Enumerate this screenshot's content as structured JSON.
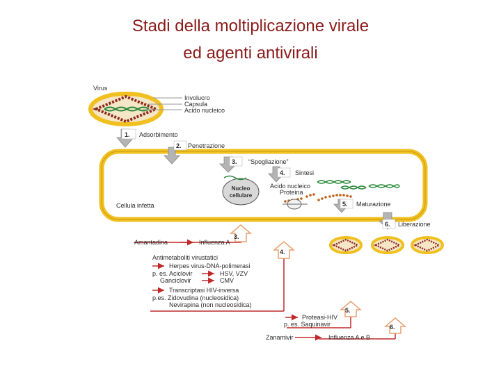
{
  "title": {
    "line1": "Stadi della moltiplicazione virale",
    "line2": "ed agenti antivirali"
  },
  "virus": {
    "label": "Virus",
    "parts": [
      "Involucro",
      "Capsula",
      "Acido nucleico"
    ]
  },
  "stages": {
    "s1": {
      "num": "1.",
      "label": "Adsorbimento"
    },
    "s2": {
      "num": "2.",
      "label": "Penetrazione"
    },
    "s3": {
      "num": "3.",
      "label": "“Spogliazione”"
    },
    "s4": {
      "num": "4.",
      "label": "Sintesi"
    },
    "s5": {
      "num": "5.",
      "label": "Maturazione"
    },
    "s6": {
      "num": "6.",
      "label": "Liberazione"
    }
  },
  "cell": {
    "nucleus_line1": "Nucleo",
    "nucleus_line2": "cellulare",
    "synth_line1": "Acido nucleico",
    "synth_line2": "Proteina",
    "label": "Cellula infetta"
  },
  "drugs": {
    "amantadina": "Amantadina",
    "influenza_a": "Influenza A",
    "antimetaboliti": "Antimetaboliti virustatici",
    "herpes_dna_pol": "Herpes virus-DNA-polimerasi",
    "aciclovir": "p. es. Aciclovir",
    "hsv_vzv": "HSV, VZV",
    "ganciclovir": "Ganciclovir",
    "cmv": "CMV",
    "transcriptasi": "Transcriptasi HIV-inversa",
    "zidovudina": "p.es. Zidovudina (nucleosidica)",
    "nevirapina": "Nevirapina (non nucleosidica)",
    "proteasi": "Proteasi-HIV",
    "saquinavir": "p. es. Saquinavir",
    "zanamivir": "Zanamivir",
    "influenza_ab": "Influenza A e B"
  },
  "box_numbers": {
    "b3": "3.",
    "b4": "4.",
    "b5": "5.",
    "b6": "6."
  },
  "colors": {
    "title": "#8b1a1a",
    "membrane": "#f0c020",
    "capsid": "#8b2a1a",
    "arrow_red": "#c0282a",
    "box_orange": "#e9a070",
    "helix": "#2a8a3a",
    "stage_arrow": "#b4b4b4"
  }
}
